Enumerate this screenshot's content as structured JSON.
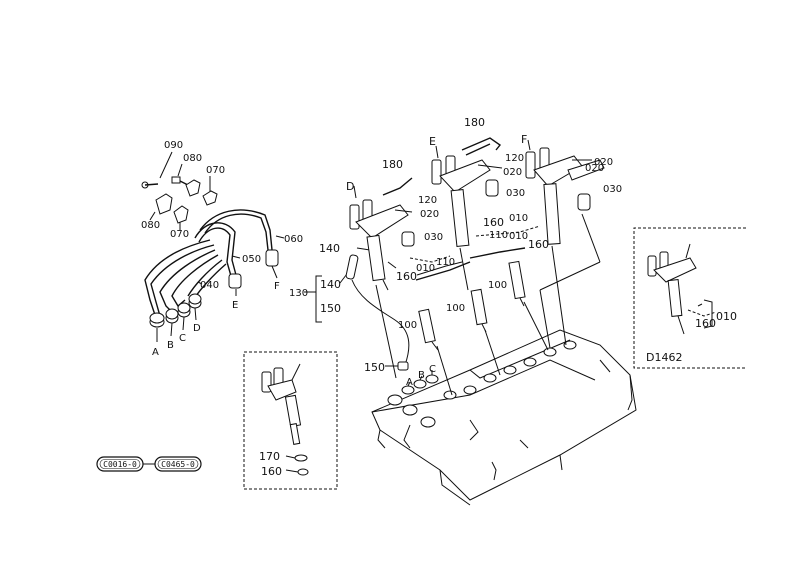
{
  "diagram": {
    "labels": {
      "l090": "090",
      "l080a": "080",
      "l070a": "070",
      "l080b": "080",
      "l070b": "070",
      "l060": "060",
      "l050": "050",
      "l040": "040",
      "pA": "A",
      "pB": "B",
      "pC": "C",
      "pD": "D",
      "pE": "E",
      "pF": "F",
      "l130": "130",
      "l140a": "140",
      "l150a": "150",
      "l140b": "140",
      "l150b": "150",
      "l170": "170",
      "l160inset": "160",
      "l180a": "180",
      "l180b": "180",
      "hD": "D",
      "hE": "E",
      "hF": "F",
      "l120a": "120",
      "l120b": "120",
      "l020a": "020",
      "l020b": "020",
      "l020c": "020",
      "l020d": "020",
      "l030a": "030",
      "l030b": "030",
      "l030c": "030",
      "l010a": "010",
      "l010b": "010",
      "l010c": "010",
      "l160a": "160",
      "l160b": "160",
      "l160c": "160",
      "l110a": "110",
      "l110b": "110",
      "l100a": "100",
      "l100b": "100",
      "l100c": "100",
      "eA": "A",
      "eB": "B",
      "eC": "C",
      "l010r": "010",
      "l160r": "160",
      "d1462": "D1462"
    },
    "refs": {
      "left": "C0016-0",
      "right": "C0465-0"
    }
  }
}
